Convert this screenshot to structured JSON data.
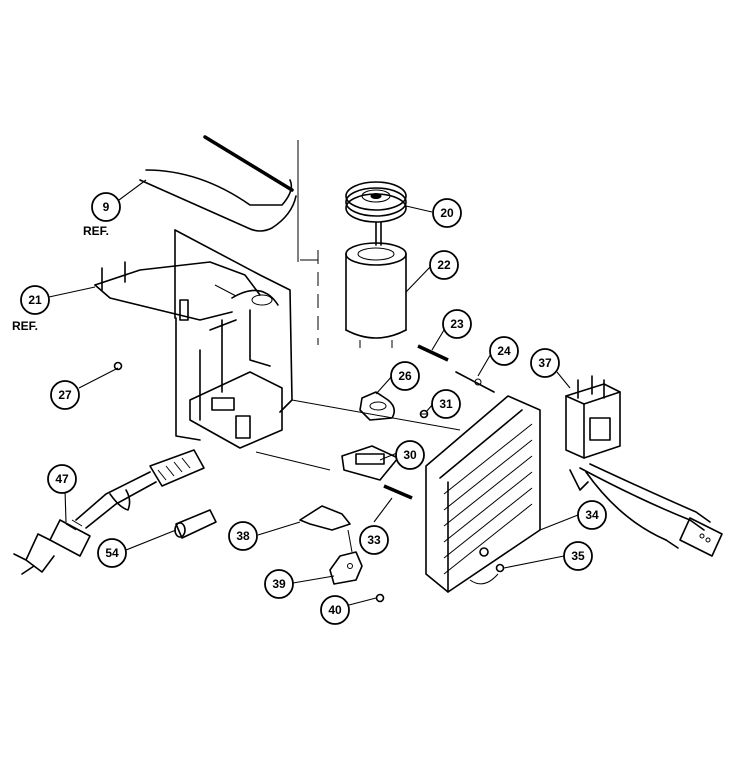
{
  "callouts": [
    {
      "id": "c9",
      "number": "9",
      "ref": "REF."
    },
    {
      "id": "c20",
      "number": "20"
    },
    {
      "id": "c22",
      "number": "22"
    },
    {
      "id": "c21",
      "number": "21",
      "ref": "REF."
    },
    {
      "id": "c23",
      "number": "23"
    },
    {
      "id": "c24",
      "number": "24"
    },
    {
      "id": "c37",
      "number": "37"
    },
    {
      "id": "c26",
      "number": "26"
    },
    {
      "id": "c27",
      "number": "27"
    },
    {
      "id": "c31",
      "number": "31"
    },
    {
      "id": "c30",
      "number": "30"
    },
    {
      "id": "c47",
      "number": "47"
    },
    {
      "id": "c34",
      "number": "34"
    },
    {
      "id": "c38",
      "number": "38"
    },
    {
      "id": "c33",
      "number": "33"
    },
    {
      "id": "c54",
      "number": "54"
    },
    {
      "id": "c35",
      "number": "35"
    },
    {
      "id": "c39",
      "number": "39"
    },
    {
      "id": "c40",
      "number": "40"
    }
  ]
}
